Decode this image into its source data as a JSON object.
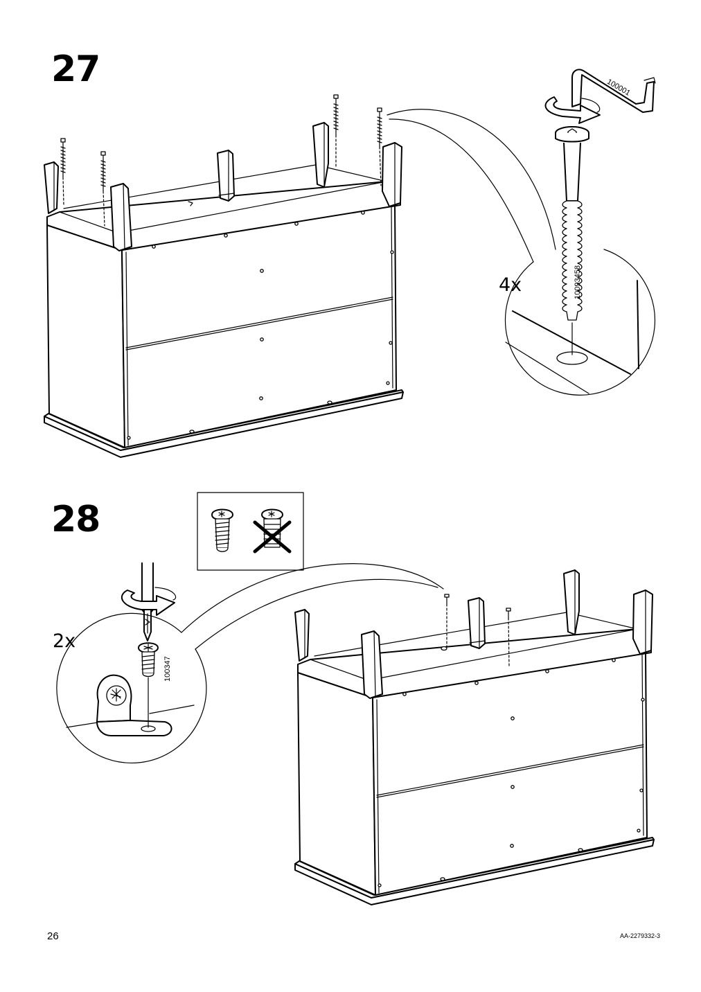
{
  "steps": [
    {
      "number": "27",
      "quantity": "4x",
      "part_number": "10093458",
      "tool_number": "100001"
    },
    {
      "number": "28",
      "quantity": "2x",
      "part_number": "100347"
    }
  ],
  "footer": {
    "page_number": "26",
    "doc_code": "AA-2279332-3"
  },
  "icons": {
    "step27": [
      "allen-key-icon",
      "rotate-arrow-icon",
      "bolt-icon",
      "leg-screw-icon"
    ],
    "step28": [
      "screwdriver-icon",
      "rotate-arrow-icon",
      "cam-screw-icon",
      "correct-screw-icon",
      "wrong-screw-icon"
    ]
  }
}
